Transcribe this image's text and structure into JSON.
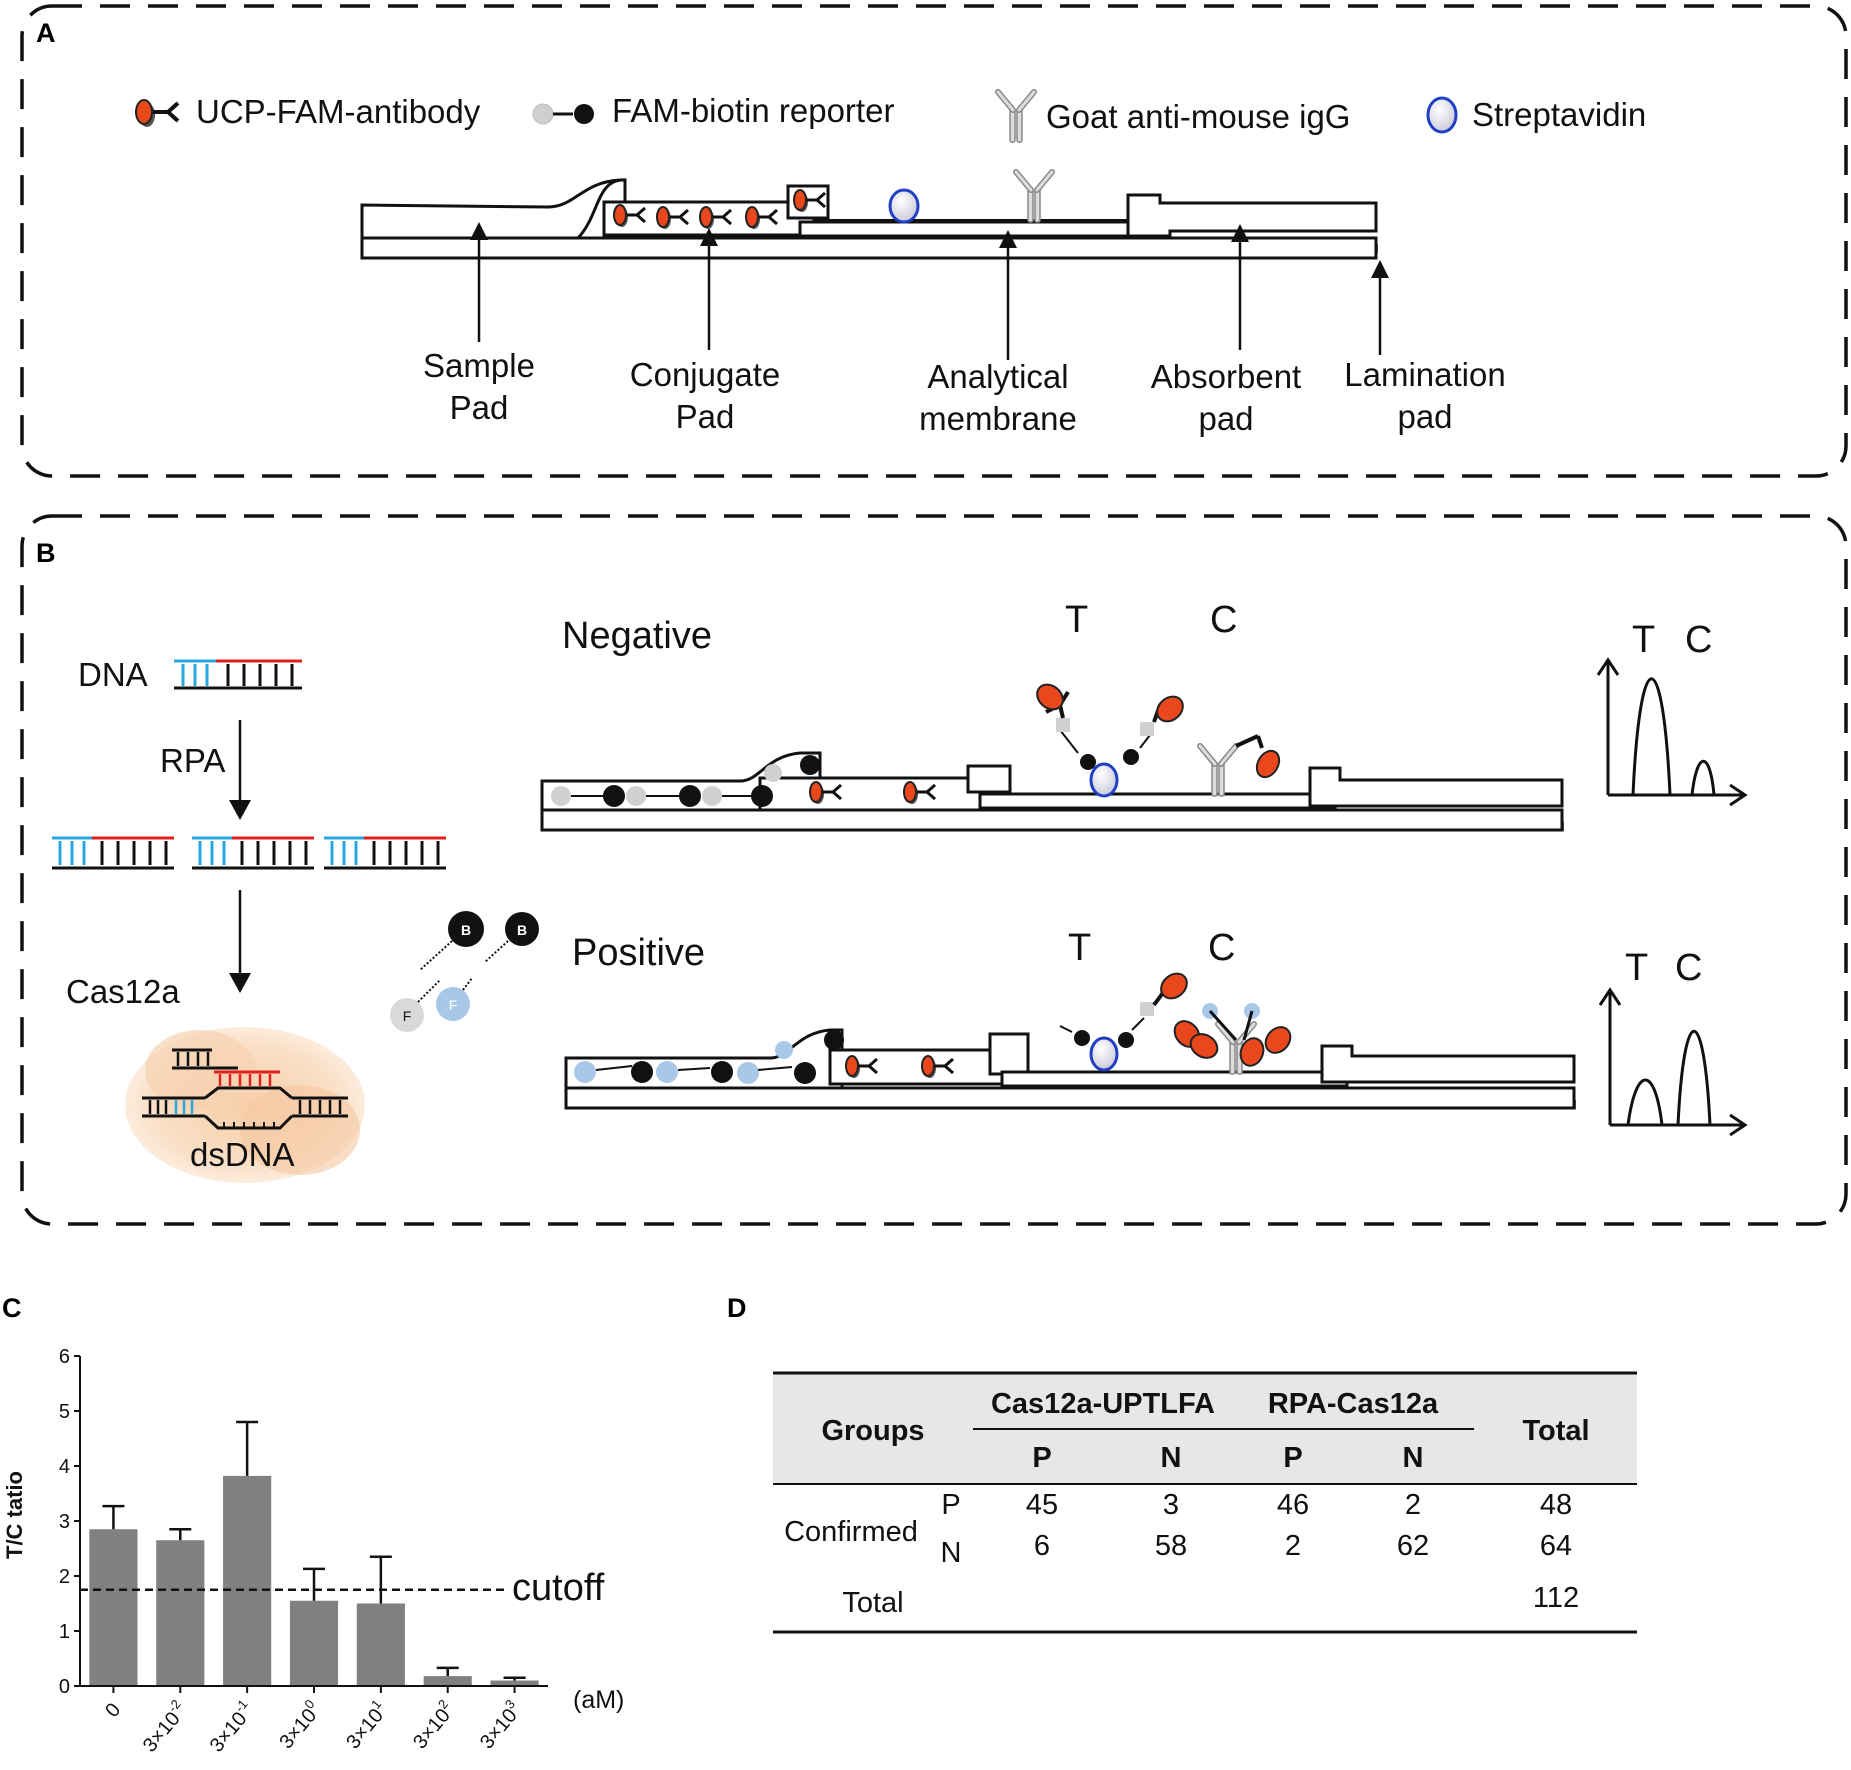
{
  "panel_a": {
    "letter": "A",
    "legend": [
      {
        "icon": "ucp-fam-antibody-icon",
        "label": "UCP-FAM-antibody"
      },
      {
        "icon": "fam-biotin-reporter-icon",
        "label": "FAM-biotin reporter"
      },
      {
        "icon": "goat-anti-mouse-igg-icon",
        "label": "Goat anti-mouse igG"
      },
      {
        "icon": "streptavidin-icon",
        "label": "Streptavidin"
      }
    ],
    "strip_labels": [
      {
        "line1": "Sample",
        "line2": "Pad"
      },
      {
        "line1": "Conjugate",
        "line2": "Pad"
      },
      {
        "line1": "Analytical",
        "line2": "membrane"
      },
      {
        "line1": "Absorbent",
        "line2": "pad"
      },
      {
        "line1": "Lamination",
        "line2": "pad"
      }
    ]
  },
  "panel_b": {
    "letter": "B",
    "dna_label": "DNA",
    "rpa_label": "RPA",
    "cas_label": "Cas12a",
    "dsdna_label": "dsDNA",
    "biotin_letter": "B",
    "fam_letter": "F",
    "negative": {
      "label": "Negative",
      "t": "T",
      "c": "C",
      "plot_t": "T",
      "plot_c": "C"
    },
    "positive": {
      "label": "Positive",
      "t": "T",
      "c": "C",
      "plot_t": "T",
      "plot_c": "C"
    },
    "colors": {
      "ucp": "#e8481c",
      "fam_grey": "#cccccc",
      "fam_blue": "#a9c8e8",
      "streptavidin": "#1f3fc4",
      "dna_blue": "#29a8e0",
      "dna_red": "#e0201c"
    }
  },
  "panel_c": {
    "letter": "C",
    "chart_data": {
      "type": "bar",
      "ylabel": "T/C tatio",
      "xunit": "(aM)",
      "ylim": [
        0,
        6
      ],
      "yticks": [
        "0",
        "1",
        "2",
        "3",
        "4",
        "5",
        "6"
      ],
      "categories": [
        {
          "base": "0",
          "exp": ""
        },
        {
          "base": "3×10",
          "exp": "-2"
        },
        {
          "base": "3×10",
          "exp": "-1"
        },
        {
          "base": "3×10",
          "exp": "0"
        },
        {
          "base": "3×10",
          "exp": "1"
        },
        {
          "base": "3×10",
          "exp": "2"
        },
        {
          "base": "3×10",
          "exp": "3"
        }
      ],
      "values": [
        2.85,
        2.65,
        3.82,
        1.55,
        1.5,
        0.18,
        0.1
      ],
      "errors": [
        0.42,
        0.2,
        0.98,
        0.58,
        0.85,
        0.15,
        0.05
      ],
      "cutoff": 1.75,
      "cutoff_label": "cutoff",
      "bar_color": "#808080"
    }
  },
  "panel_d": {
    "letter": "D",
    "table": {
      "groups_header": "Groups",
      "method1": "Cas12a-UPTLFA",
      "method2": "RPA-Cas12a",
      "total_header": "Total",
      "sub_headers": [
        "P",
        "N",
        "P",
        "N"
      ],
      "row_group": "Confirmed",
      "rows": [
        {
          "label": "P",
          "values": [
            "45",
            "3",
            "46",
            "2"
          ],
          "total": "48"
        },
        {
          "label": "N",
          "values": [
            "6",
            "58",
            "2",
            "62"
          ],
          "total": "64"
        }
      ],
      "total_row_label": "Total",
      "grand_total": "112"
    }
  }
}
